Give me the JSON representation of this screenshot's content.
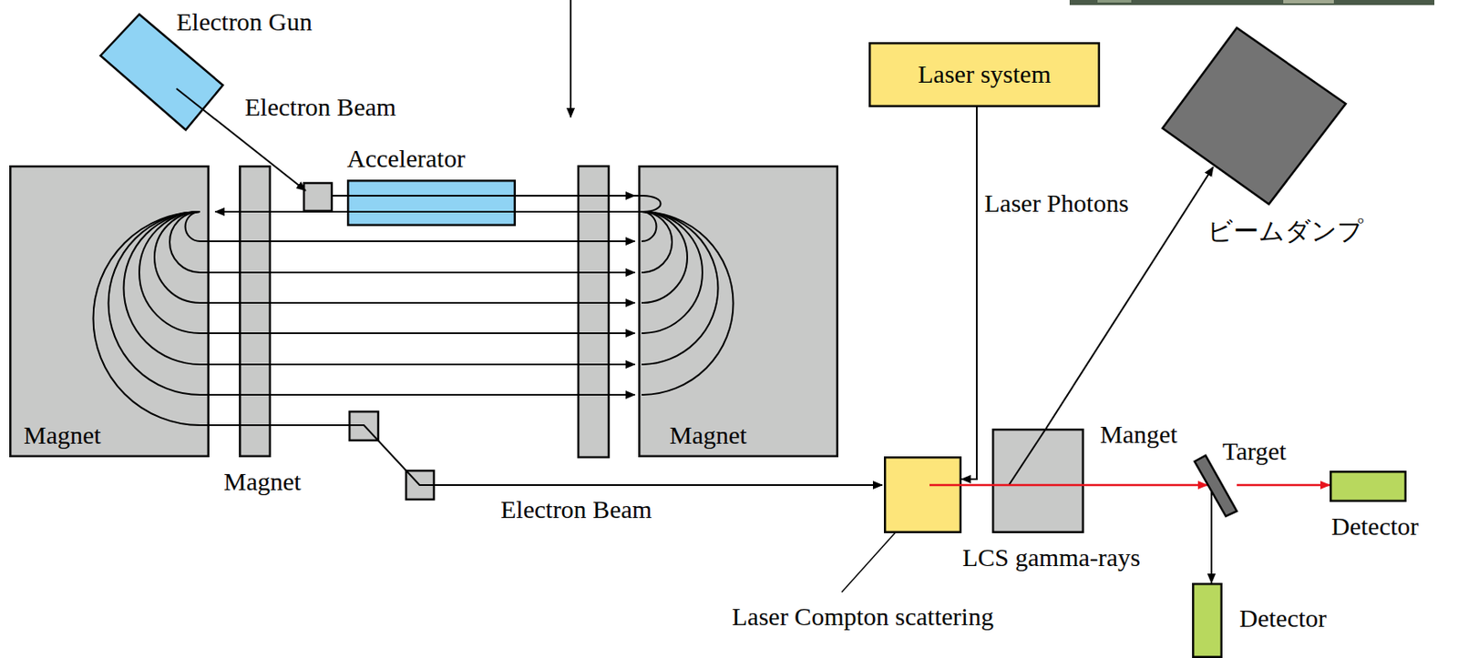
{
  "diagram": {
    "nodes": [
      {
        "text": [
          "Electron Gun"
        ]
      },
      {
        "text": [
          "Accelerator"
        ]
      },
      {
        "text": [
          "Magnet"
        ]
      },
      {
        "text": [
          "Magnet"
        ]
      },
      {
        "text": [
          "Magnet"
        ]
      },
      {
        "text": [
          "Laser system"
        ]
      },
      {
        "text": [
          "ビームダンプ"
        ]
      },
      {
        "text": [
          "Laser Compton scattering"
        ]
      },
      {
        "text": [
          "Manget"
        ]
      },
      {
        "text": [
          "Target"
        ]
      },
      {
        "text": [
          "Detector"
        ]
      },
      {
        "text": [
          "Detector"
        ]
      }
    ],
    "edges": [
      {
        "from": 5,
        "to": 7,
        "arrow": "to"
      },
      {
        "from": 7,
        "to": 8,
        "arrow": "none"
      },
      {
        "from": 8,
        "to": 9,
        "arrow": "to"
      },
      {
        "from": 8,
        "to": 6,
        "arrow": "to"
      },
      {
        "from": 9,
        "to": 10,
        "arrow": "to"
      },
      {
        "from": 9,
        "to": 11,
        "arrow": "to"
      }
    ],
    "labels": [
      "Electron Beam",
      "Laser Photons",
      "Electron Beam",
      "LCS gamma-rays"
    ]
  }
}
